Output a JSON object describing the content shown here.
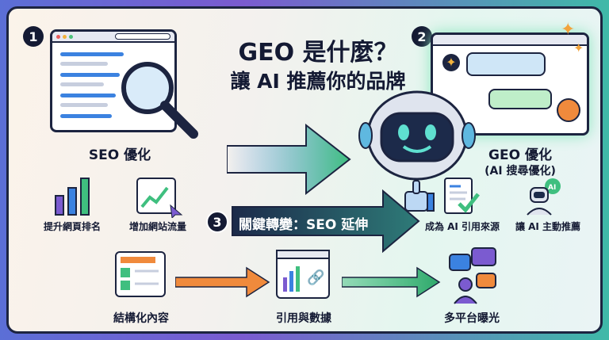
{
  "title": {
    "line1": "GEO 是什麼？",
    "line2": "讓 AI 推薦你的品牌"
  },
  "badges": [
    "1",
    "2",
    "3"
  ],
  "left": {
    "heading": "SEO 優化",
    "items": [
      {
        "icon": "bar-chart-icon",
        "label": "提升網頁排名"
      },
      {
        "icon": "trend-up-icon",
        "label": "增加網站流量"
      }
    ]
  },
  "right": {
    "heading": "GEO 優化",
    "subheading": "(AI 搜尋優化)",
    "items": [
      {
        "icon": "document-check-icon",
        "label": "成為 AI 引用來源"
      },
      {
        "icon": "robot-icon",
        "label": "讓 AI 主動推薦"
      }
    ]
  },
  "shift": {
    "label": "關鍵轉變：SEO 延伸"
  },
  "bottom": [
    {
      "icon": "structured-doc-icon",
      "label": "結構化內容"
    },
    {
      "icon": "data-link-icon",
      "label": "引用與數據"
    },
    {
      "icon": "social-icon",
      "label": "多平台曝光"
    }
  ],
  "colors": {
    "dark": "#141a33",
    "green": "#3fbf7f",
    "blue": "#3b82e0",
    "purple": "#7b5bd0",
    "orange": "#f08a3c",
    "teal": "#1f5a66"
  }
}
